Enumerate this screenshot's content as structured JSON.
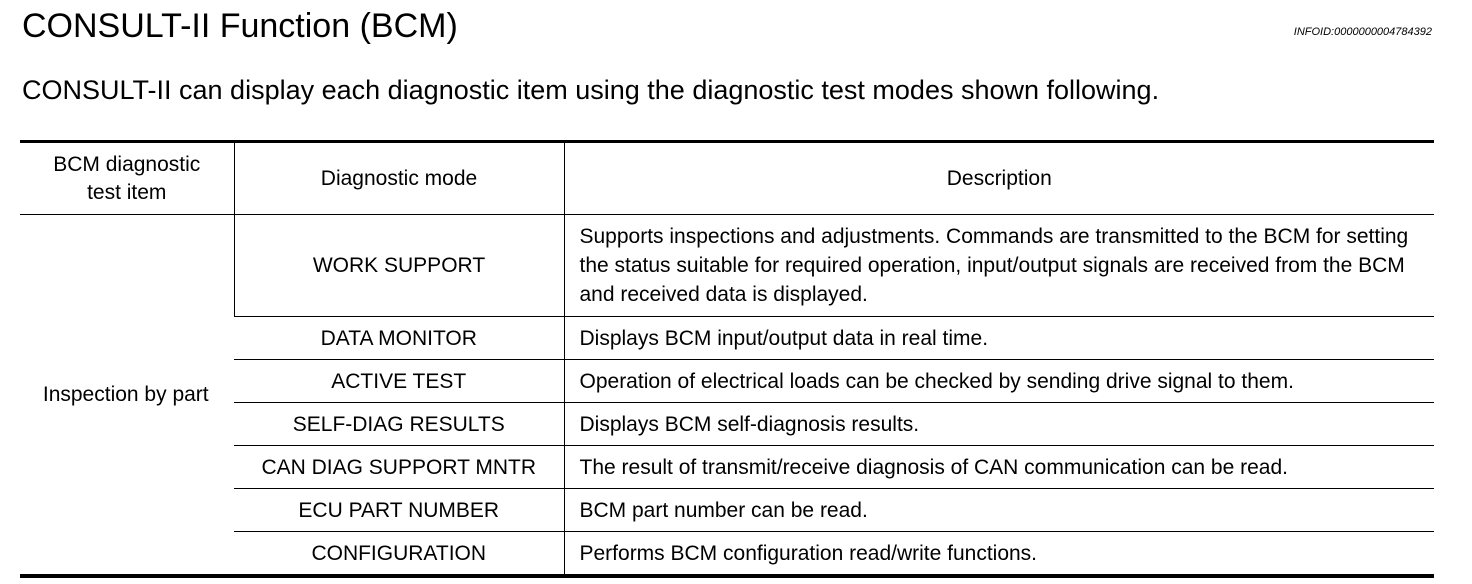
{
  "header": {
    "title": "CONSULT-II Function (BCM)",
    "info_id": "INFOID:0000000004784392"
  },
  "intro": "CONSULT-II can display each diagnostic item using the diagnostic test modes shown following.",
  "table": {
    "columns": [
      "BCM diagnostic test item",
      "Diagnostic mode",
      "Description"
    ],
    "group_item": "Inspection by part",
    "rows": [
      {
        "mode": "WORK SUPPORT",
        "description": "Supports inspections and adjustments. Commands are transmitted to the BCM for setting the status suitable for required operation, input/output signals are received from the BCM and received data is displayed."
      },
      {
        "mode": "DATA MONITOR",
        "description": "Displays BCM input/output data in real time."
      },
      {
        "mode": "ACTIVE TEST",
        "description": "Operation of electrical loads can be checked by sending drive signal to them."
      },
      {
        "mode": "SELF-DIAG RESULTS",
        "description": "Displays BCM self-diagnosis results."
      },
      {
        "mode": "CAN DIAG SUPPORT MNTR",
        "description": "The result of transmit/receive diagnosis of CAN communication can be read."
      },
      {
        "mode": "ECU PART NUMBER",
        "description": "BCM part number can be read."
      },
      {
        "mode": "CONFIGURATION",
        "description": "Performs BCM configuration read/write functions."
      }
    ]
  }
}
